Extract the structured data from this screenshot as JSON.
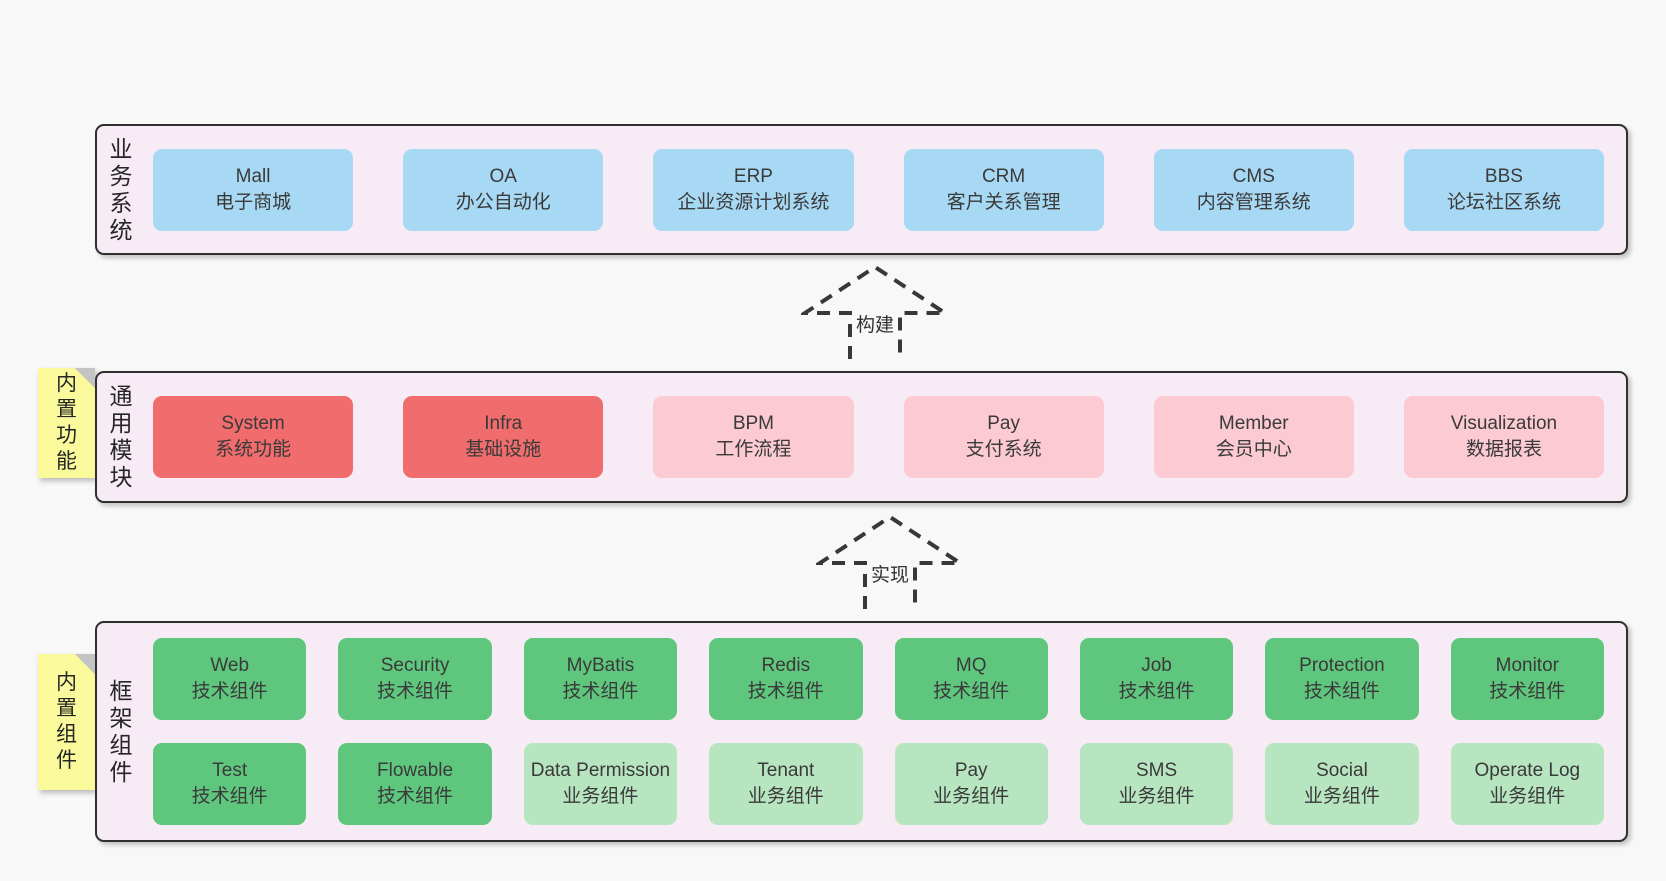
{
  "colors": {
    "page_bg": "#f8f8f8",
    "band_bg": "#f7ecf5",
    "band_border": "#2f2f2f",
    "blue": "#a8d9f4",
    "red": "#f16c6c",
    "pink": "#fbcad3",
    "green": "#5fc77d",
    "lightgreen": "#b7e5c0",
    "sticky_yellow": "#fafa9c"
  },
  "arrows": [
    {
      "label": "构建"
    },
    {
      "label": "实现"
    }
  ],
  "bands": [
    {
      "label": "业务系统",
      "boxes": [
        {
          "title": "Mall",
          "subtitle": "电子商城"
        },
        {
          "title": "OA",
          "subtitle": "办公自动化"
        },
        {
          "title": "ERP",
          "subtitle": "企业资源计划系统"
        },
        {
          "title": "CRM",
          "subtitle": "客户关系管理"
        },
        {
          "title": "CMS",
          "subtitle": "内容管理系统"
        },
        {
          "title": "BBS",
          "subtitle": "论坛社区系统"
        }
      ]
    },
    {
      "label": "通用模块",
      "sticky": "内置功能",
      "boxes": [
        {
          "title": "System",
          "subtitle": "系统功能"
        },
        {
          "title": "Infra",
          "subtitle": "基础设施"
        },
        {
          "title": "BPM",
          "subtitle": "工作流程"
        },
        {
          "title": "Pay",
          "subtitle": "支付系统"
        },
        {
          "title": "Member",
          "subtitle": "会员中心"
        },
        {
          "title": "Visualization",
          "subtitle": "数据报表"
        }
      ]
    },
    {
      "label": "框架组件",
      "sticky": "内置组件",
      "rows": [
        [
          {
            "title": "Web",
            "subtitle": "技术组件"
          },
          {
            "title": "Security",
            "subtitle": "技术组件"
          },
          {
            "title": "MyBatis",
            "subtitle": "技术组件"
          },
          {
            "title": "Redis",
            "subtitle": "技术组件"
          },
          {
            "title": "MQ",
            "subtitle": "技术组件"
          },
          {
            "title": "Job",
            "subtitle": "技术组件"
          },
          {
            "title": "Protection",
            "subtitle": "技术组件"
          },
          {
            "title": "Monitor",
            "subtitle": "技术组件"
          }
        ],
        [
          {
            "title": "Test",
            "subtitle": "技术组件"
          },
          {
            "title": "Flowable",
            "subtitle": "技术组件"
          },
          {
            "title": "Data Permission",
            "subtitle": "业务组件"
          },
          {
            "title": "Tenant",
            "subtitle": "业务组件"
          },
          {
            "title": "Pay",
            "subtitle": "业务组件"
          },
          {
            "title": "SMS",
            "subtitle": "业务组件"
          },
          {
            "title": "Social",
            "subtitle": "业务组件"
          },
          {
            "title": "Operate Log",
            "subtitle": "业务组件"
          }
        ]
      ]
    }
  ]
}
